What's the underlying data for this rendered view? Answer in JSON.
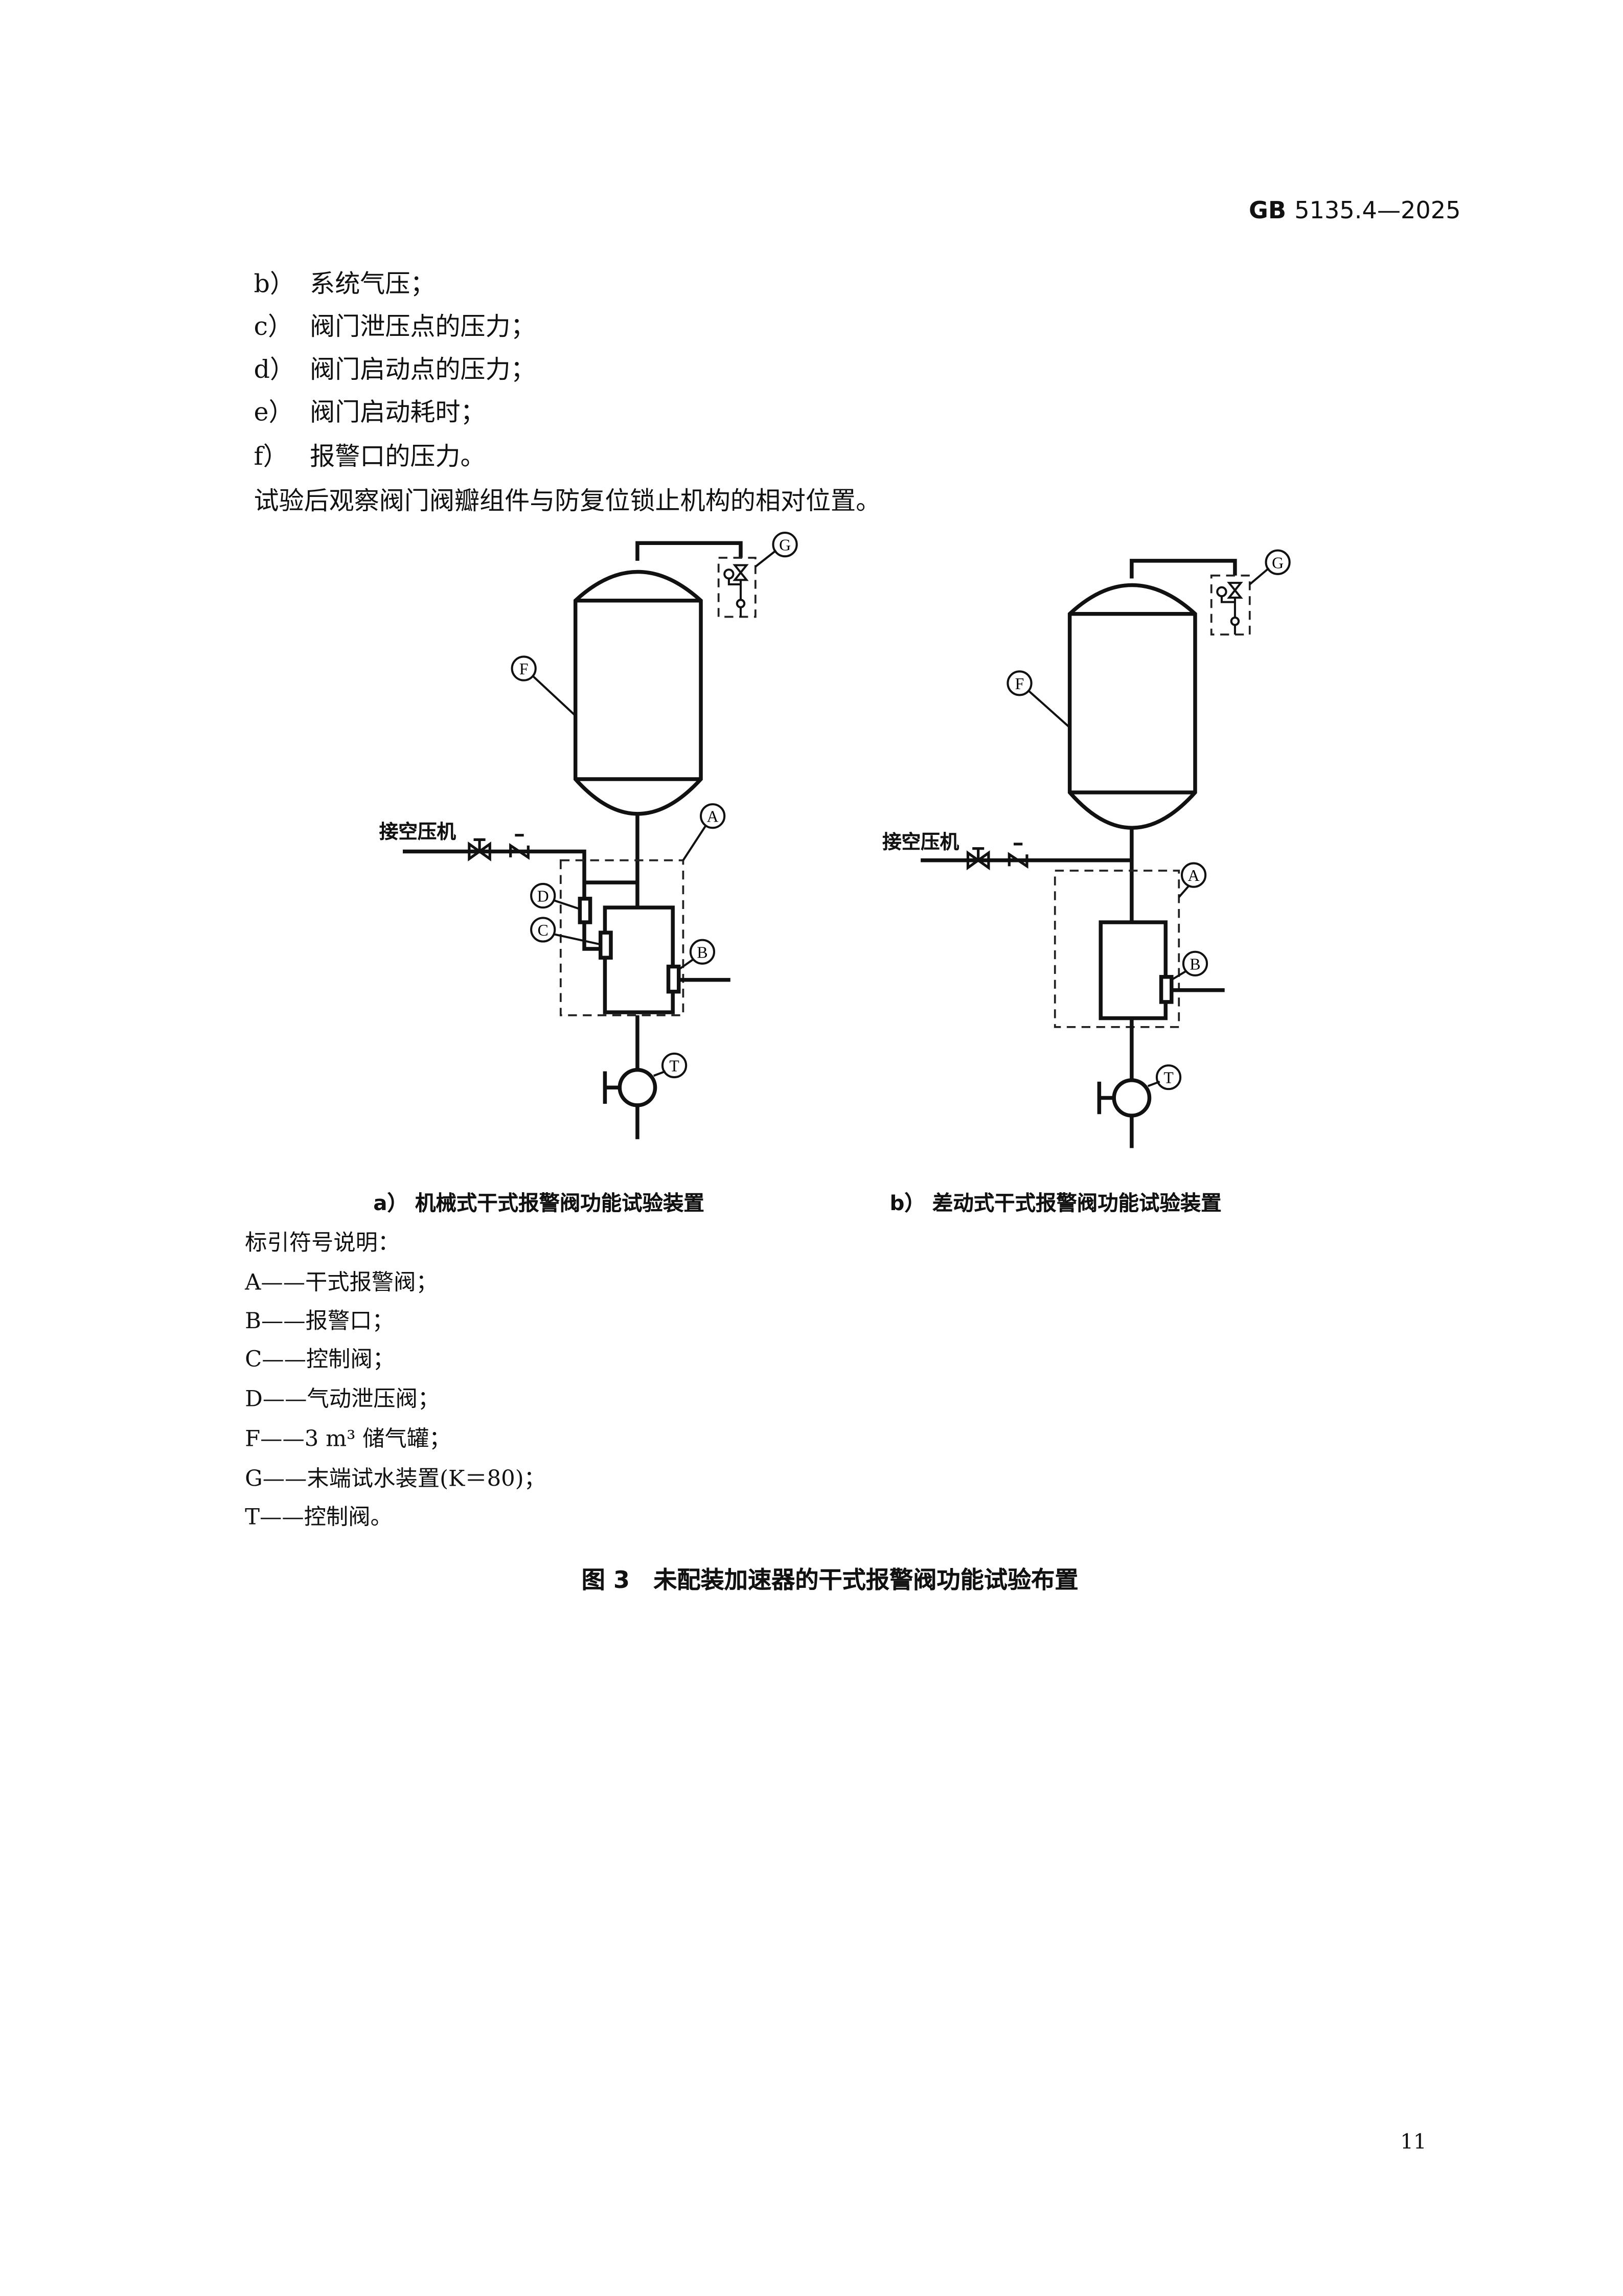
{
  "header": {
    "standard": "GB",
    "number": "5135.4—2025"
  },
  "list": [
    {
      "mark": "b）",
      "text": "系统气压；"
    },
    {
      "mark": "c）",
      "text": "阀门泄压点的压力；"
    },
    {
      "mark": "d）",
      "text": "阀门启动点的压力；"
    },
    {
      "mark": "e）",
      "text": "阀门启动耗时；"
    },
    {
      "mark": "f）",
      "text": "报警口的压力。"
    }
  ],
  "paragraph": "试验后观察阀门阀瓣组件与防复位锁止机构的相对位置。",
  "diagrams": {
    "air_label": "接空压机",
    "labels": {
      "A": "A",
      "B": "B",
      "C": "C",
      "D": "D",
      "F": "F",
      "G": "G",
      "T": "T"
    },
    "caption_a": {
      "mark": "a）",
      "text": "机械式干式报警阀功能试验装置"
    },
    "caption_b": {
      "mark": "b）",
      "text": "差动式干式报警阀功能试验装置"
    }
  },
  "legend": {
    "title": "标引符号说明：",
    "items": [
      "A——干式报警阀；",
      "B——报警口；",
      "C——控制阀；",
      "D——气动泄压阀；",
      "F——3 m³ 储气罐；",
      "G——末端试水装置(K＝80)；",
      "T——控制阀。"
    ]
  },
  "figure_title": "图 3　未配装加速器的干式报警阀功能试验布置",
  "page_number": "11"
}
